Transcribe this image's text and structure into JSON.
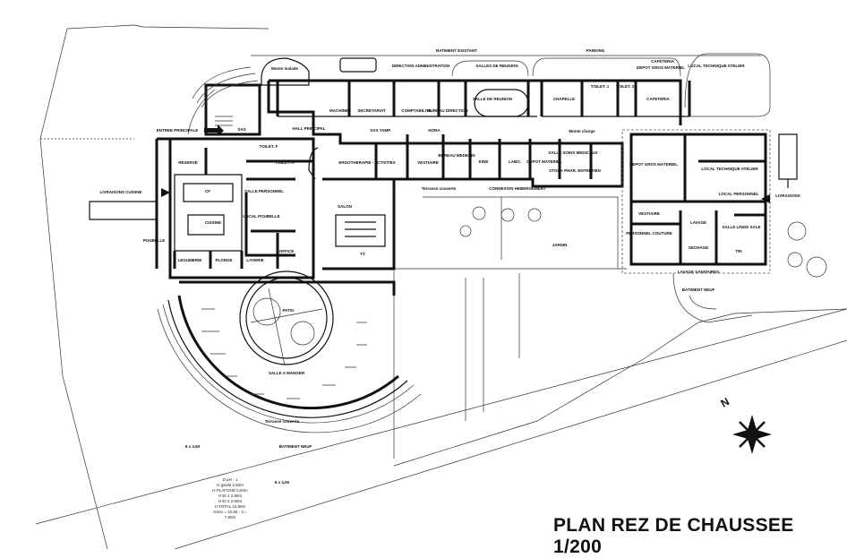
{
  "plan": {
    "title": "PLAN REZ DE CHAUSSEE 1/200",
    "north_label": "N",
    "rooms": {
      "batiment_existant": "BATIMENT EXISTANT",
      "direction_admin": "DIRECTION ADMINISTRATION",
      "salles_reunion": "SALLES DE REUNION",
      "parking": "PARKING",
      "cafeteria_top": "CAFETERIA",
      "depot_top": "DEPOT GROS MATERIEL",
      "local_tech_top": "LOCAL TECHNIQUE ATELIER",
      "monte_malade": "Monte malade",
      "machines": "MACHINES",
      "secretariat": "SECRETARIAT",
      "comptabilite": "COMPTABILITE",
      "bureau_direction": "BUREAU DIRECTION",
      "salle_reunion": "SALLE DE REUNION",
      "chapelle": "CHAPELLE",
      "toilet1": "TOILET. 1",
      "toilet2": "TOILET. 2",
      "cafeteria": "CAFETERIA",
      "hall_principal": "HALL PRINCIPAL",
      "entree_principale": "ENTREE PRINCIPALE",
      "sas": "SAS",
      "sas_tamp": "SAS TAMP.",
      "hora": "HORA",
      "monte_charge": "Monte charge",
      "ergotherapie": "ERGOTHERAPIE - ACTIVITES",
      "vestiaire": "VESTIAIRE",
      "bureau_medecin": "BUREAU MEDECIN",
      "kine": "KINE",
      "labo": "LABO.",
      "depot_materiel": "DEPOT MATERIEL",
      "soins": "SALLE SOINS MEDICAUX",
      "stock": "STOCK PHAR. ENTRETIEN",
      "connexion": "CONNEXION HEBERGEMENT",
      "terrasse_couverte_top": "Terrasse couverte",
      "livraisons_cuisine": "LIVRAISONS CUISINE",
      "reserve": "RESERVE",
      "toilet_f": "TOILET. F",
      "toilet_h": "TOILET. H",
      "cuisine": "CUISINE",
      "froid": "CF",
      "legumerie": "LEGUMERIE",
      "plonge": "PLONGE",
      "laverie": "LAVERIE",
      "local_poubelle": "LOCAL POUBELLE",
      "salle_personnel": "SALLE PERSONNEL",
      "office": "OFFICE",
      "salon": "SALON",
      "tv": "TV",
      "poubelle": "POUBELLE",
      "patio": "PATIO",
      "salle_a_manger": "SALLE A MANGER",
      "terrasse_couverte": "Terrasse couverte",
      "batiment_neuf": "BATIMENT NEUF",
      "batiment_neuf_2": "BATIMENT NEUF",
      "jardin": "JARDIN",
      "depot_gros": "DEPOT GROS MATERIEL",
      "local_tech": "LOCAL TECHNIQUE ATELIER",
      "local_personnel": "LOCAL PERSONNEL",
      "livraisons": "LIVRAISONS",
      "vestiaire_h": "VESTIAIRE",
      "personnel_couture": "PERSONNEL COUTURE",
      "lavage": "LAVAGE",
      "sechage": "SECHAGE",
      "tri": "TRI",
      "salle_sale": "SALLE LINGE SALE",
      "lavage_sanitaires": "LAVAGE SANITAIRES",
      "dim1": "8 x 4,50",
      "dim2": "8 x 4,50"
    },
    "notes": [
      "D pH - 1",
      "H gardé 2,50m",
      "H PLAFOND 0,50m",
      "H Et 1 2,90m",
      "H Et 2 2,90m",
      "H TOTAL 10,80m",
      "Gmin = 10,80 - 3 = 7,80m"
    ]
  }
}
